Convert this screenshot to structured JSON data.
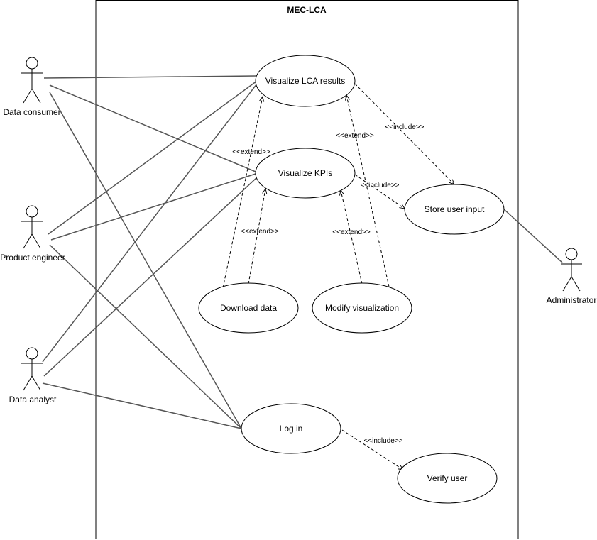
{
  "system": {
    "title": "MEC-LCA"
  },
  "actors": {
    "data_consumer": "Data consumer",
    "product_engineer": "Product engineer",
    "data_analyst": "Data analyst",
    "administrator": "Administrator"
  },
  "use_cases": {
    "visualize_lca_results": "Visualize LCA results",
    "visualize_kpis": "Visualize KPIs",
    "store_user_input": "Store user input",
    "download_data": "Download data",
    "modify_visualization": "Modify visualization",
    "log_in": "Log in",
    "verify_user": "Verify user"
  },
  "relations": {
    "include_lca_store": "<<include>>",
    "include_kpi_store": "<<include>>",
    "include_login_verify": "<<include>>",
    "extend_download_lca": "<<extend>>",
    "extend_download_kpi": "<<extend>>",
    "extend_modify_lca": "<<extend>>",
    "extend_modify_kpi": "<<extend>>"
  },
  "colors": {
    "line": "#555555",
    "stroke": "#000000",
    "background": "#ffffff"
  }
}
